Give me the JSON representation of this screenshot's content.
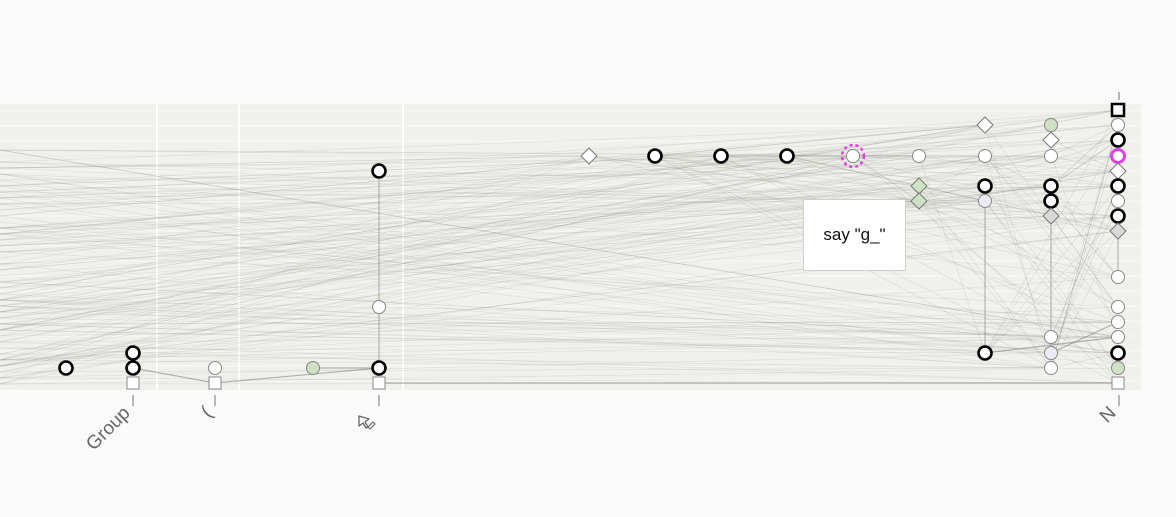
{
  "colors": {
    "page_background": "#fafafa",
    "plot_background": "#f0f0ec",
    "edge": "#8a8a80",
    "node_bold_stroke": "#000000",
    "node_light_fill": "#ffffff",
    "node_green_fill": "#cfe3c4",
    "node_lavender_fill": "#ecebf3",
    "highlight": "#e040e0"
  },
  "axis": {
    "ticks": [
      {
        "label": "Group",
        "icon": ""
      },
      {
        "label": "(",
        "icon": ""
      },
      {
        "label": "",
        "icon": "cursor-edit-icon"
      },
      {
        "label": "N",
        "icon": ""
      }
    ]
  },
  "tooltip": {
    "text": "say \"g_\""
  }
}
